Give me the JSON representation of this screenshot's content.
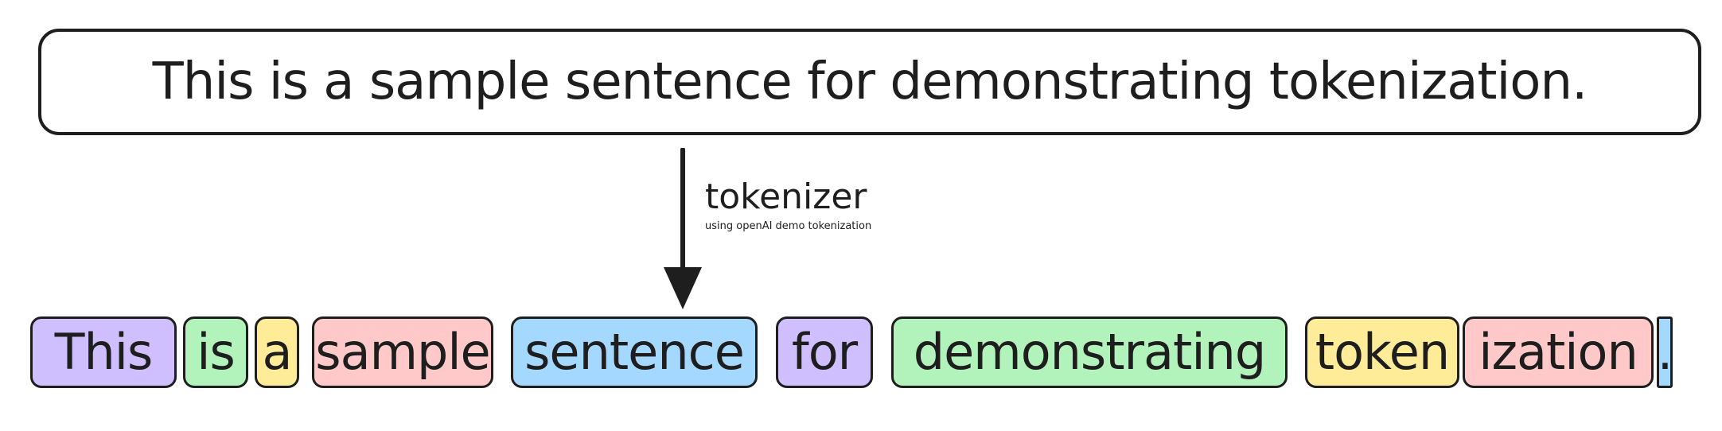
{
  "input": {
    "sentence": "This is a sample sentence for demonstrating tokenization."
  },
  "tokenizer_label": {
    "title": "tokenizer",
    "subtitle": "using openAI demo tokenization"
  },
  "tokens": [
    {
      "text": "This",
      "color": "#d0bfff"
    },
    {
      "text": "is",
      "color": "#b2f2bb"
    },
    {
      "text": "a",
      "color": "#ffec99"
    },
    {
      "text": "sample",
      "color": "#ffc9c9"
    },
    {
      "text": "sentence",
      "color": "#a5d8ff"
    },
    {
      "text": "for",
      "color": "#d0bfff"
    },
    {
      "text": "demonstrating",
      "color": "#b2f2bb"
    },
    {
      "text": "token",
      "color": "#ffec99"
    },
    {
      "text": "ization",
      "color": "#ffc9c9"
    },
    {
      "text": ".",
      "color": "#a5d8ff"
    }
  ]
}
